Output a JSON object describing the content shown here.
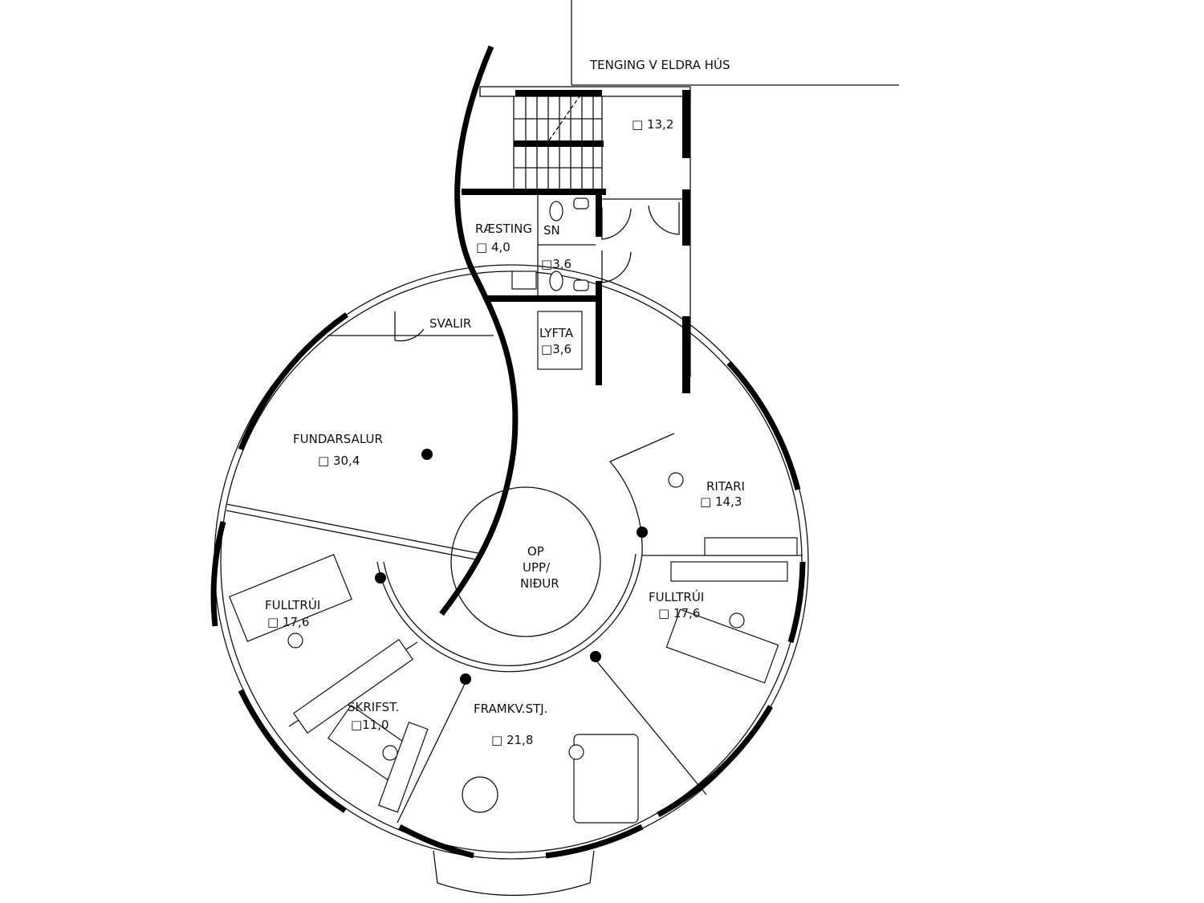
{
  "title": "TENGING V ELDRA HÚS",
  "area_symbol": "□",
  "rooms": {
    "stair_hall": {
      "name": "",
      "area": "13,2"
    },
    "raesting": {
      "name": "RÆSTING",
      "area": "4,0"
    },
    "sn": {
      "name": "SN",
      "area": "3,6"
    },
    "lyfta": {
      "name": "LYFTA",
      "area": "3,6"
    },
    "svalir": {
      "name": "SVALIR"
    },
    "fundarsalur": {
      "name": "FUNDARSALUR",
      "area": "30,4"
    },
    "ritari": {
      "name": "RITARI",
      "area": "14,3"
    },
    "op": {
      "line1": "OP",
      "line2": "UPP/",
      "line3": "NIÐUR"
    },
    "fulltrui_left": {
      "name": "FULLTRÚI",
      "area": "17,6"
    },
    "fulltrui_right": {
      "name": "FULLTRÚI",
      "area": "17,6"
    },
    "skrifst": {
      "name": "SKRIFST.",
      "area": "11,0"
    },
    "framkv": {
      "name": "FRAMKV.STJ.",
      "area": "21,8"
    }
  }
}
